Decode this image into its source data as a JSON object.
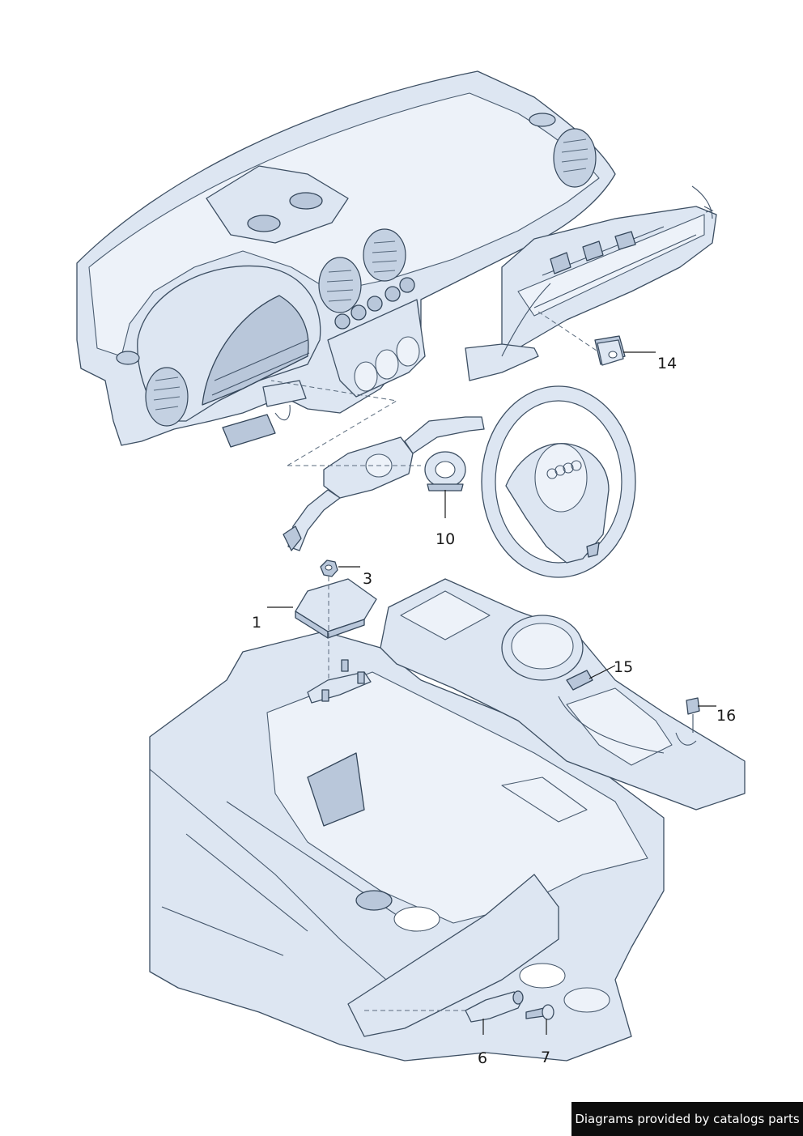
{
  "callouts": [
    {
      "id": "1",
      "label": "1"
    },
    {
      "id": "3",
      "label": "3"
    },
    {
      "id": "6",
      "label": "6"
    },
    {
      "id": "7",
      "label": "7"
    },
    {
      "id": "10",
      "label": "10"
    },
    {
      "id": "14",
      "label": "14"
    },
    {
      "id": "15",
      "label": "15"
    },
    {
      "id": "16",
      "label": "16"
    }
  ],
  "footer": {
    "text": "Diagrams provided by catalogs parts"
  },
  "colors": {
    "part_fill": "#dde6f2",
    "part_outline": "#3d4f63",
    "footer_bg": "#0d0d0d"
  }
}
